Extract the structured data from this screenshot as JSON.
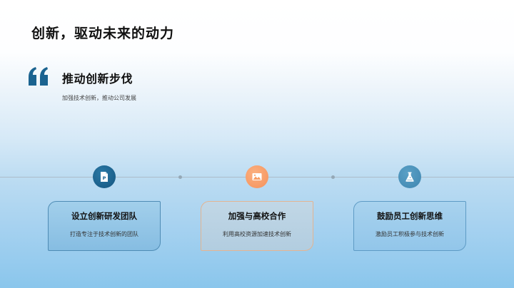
{
  "slide": {
    "title": "创新，驱动未来的动力",
    "section": {
      "quote_icon": "quote-open-icon",
      "title": "推动创新步伐",
      "description": "加强技术创新，推动公司发展"
    },
    "colors": {
      "accent_blue": "#1b6390",
      "accent_orange": "#f79d64",
      "accent_steel": "#4a92bb",
      "card_blue_bg": "#8ec3e4",
      "card_blue_border": "#4f8cb5",
      "card_gray_bg": "#b9cfdf",
      "card_gray_border": "#e3b491"
    },
    "steps": [
      {
        "icon": "powerpoint-file-icon",
        "title": "设立创新研发团队",
        "description": "打造专注于技术创新的团队"
      },
      {
        "icon": "image-icon",
        "title": "加强与高校合作",
        "description": "利用高校资源加速技术创新"
      },
      {
        "icon": "flask-icon",
        "title": "鼓励员工创新思维",
        "description": "激励员工积极参与技术创新"
      }
    ]
  }
}
